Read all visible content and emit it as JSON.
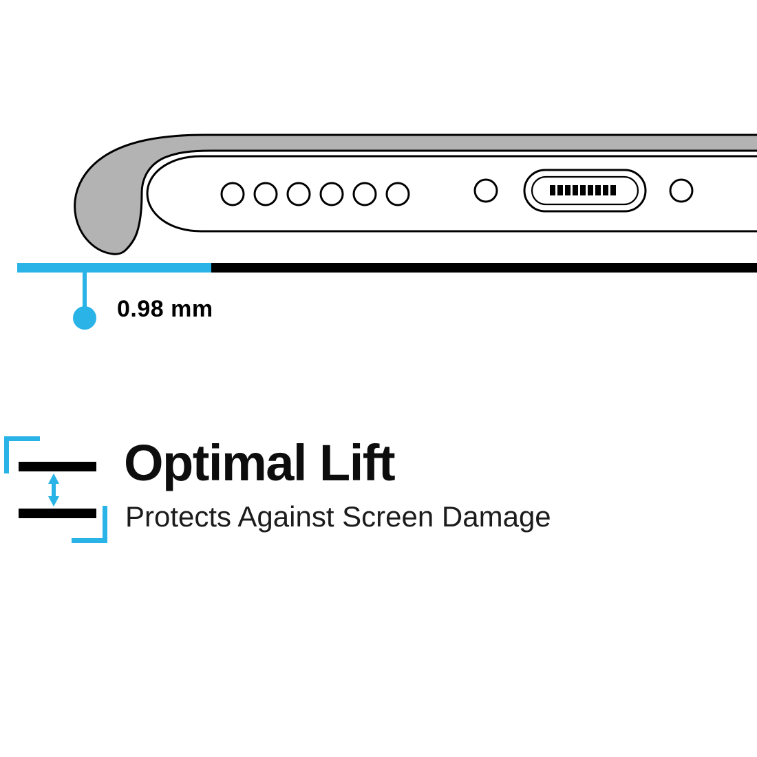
{
  "page": {
    "background": "#ffffff"
  },
  "colors": {
    "accent_cyan": "#29b3e6",
    "case_gray": "#b3b3b3",
    "ink_black": "#000000",
    "text_dark": "#1c1c1c"
  },
  "measurement": {
    "value": "0.98 mm"
  },
  "feature": {
    "title": "Optimal Lift",
    "subtitle": "Protects Against Screen Damage"
  },
  "illustration": {
    "name": "phone-bottom-edge-in-case",
    "speaker_hole_count": 6,
    "elements": [
      "case-lip",
      "phone-body",
      "speaker-holes",
      "microphone-hole",
      "charging-port",
      "screw-hole"
    ]
  },
  "lift_icon": {
    "name": "lift-gap-icon",
    "elements": [
      "corner-bracket-top-left",
      "top-surface-bar",
      "vertical-double-arrow",
      "bottom-surface-bar",
      "corner-bracket-bottom-right"
    ]
  }
}
